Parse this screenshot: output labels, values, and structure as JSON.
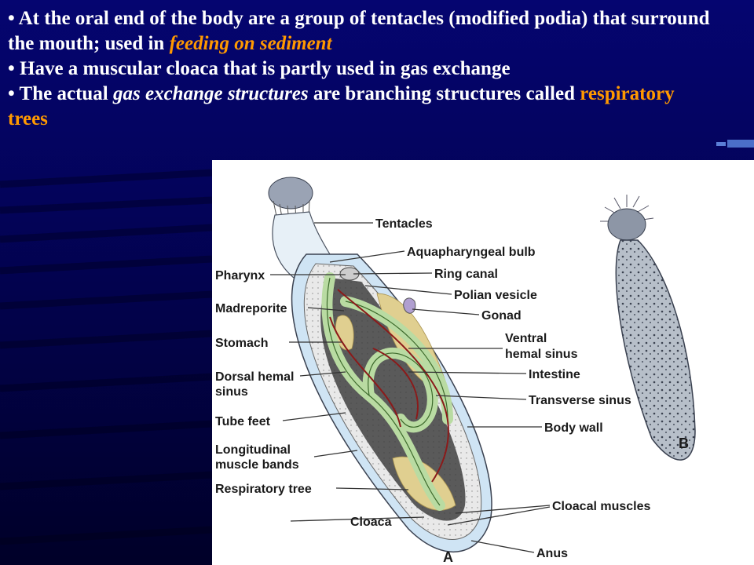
{
  "slide": {
    "bullets": [
      {
        "pre": "• At the oral end of the body are a group of tentacles  (modified podia) that surround the mouth; used  in ",
        "hl": "feeding on sediment",
        "post": ""
      },
      {
        "pre": "• Have a muscular cloaca that is partly used in gas exchange",
        "hl": "",
        "post": ""
      },
      {
        "pre": "• The actual ",
        "em": "gas exchange structures",
        "mid": " are branching structures called ",
        "hl": "respiratory trees"
      }
    ],
    "accent_color": "#ff9900"
  },
  "figure": {
    "labels_right": {
      "tentacles": "Tentacles",
      "aquapharyngeal": "Aquapharyngeal bulb",
      "ring_canal": "Ring canal",
      "polian": "Polian vesicle",
      "gonad": "Gonad",
      "ventral1": "Ventral",
      "ventral2": "hemal sinus",
      "intestine": "Intestine",
      "transverse": "Transverse sinus",
      "body_wall": "Body wall",
      "cloacal_muscles": "Cloacal muscles",
      "anus": "Anus"
    },
    "labels_left": {
      "pharynx": "Pharynx",
      "madreporite": "Madreporite",
      "stomach": "Stomach",
      "dorsal1": "Dorsal hemal",
      "dorsal2": "sinus",
      "tube_feet": "Tube feet",
      "longitudinal1": "Longitudinal",
      "longitudinal2": "muscle bands",
      "respiratory": "Respiratory tree",
      "cloaca": "Cloaca"
    },
    "panel_a": "A",
    "panel_b": "B"
  }
}
